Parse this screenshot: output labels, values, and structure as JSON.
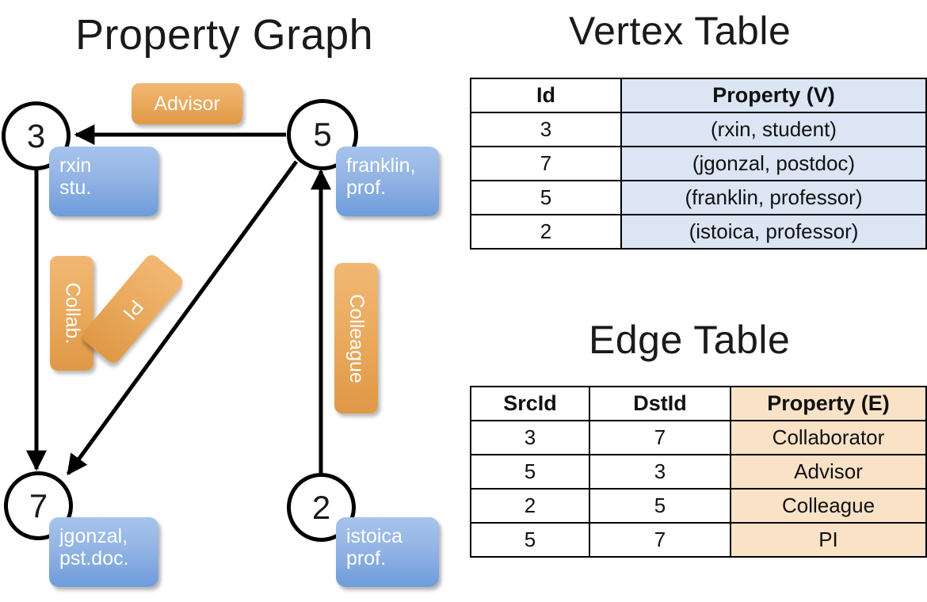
{
  "titles": {
    "graph": "Property Graph",
    "vertex_table": "Vertex Table",
    "edge_table": "Edge Table"
  },
  "colors": {
    "vertex_property_bg": "#dbe5f4",
    "edge_property_bg": "#f9e2c6",
    "property_box_blue": "#93b4e4",
    "edge_label_orange": "#ebab5f",
    "stroke": "#000000",
    "background": "#ffffff"
  },
  "graph": {
    "nodes": [
      {
        "id": "3",
        "label": "3",
        "property": "rxin\nstu.",
        "property_line1": "rxin",
        "property_line2": "stu."
      },
      {
        "id": "5",
        "label": "5",
        "property": "franklin,\nprof.",
        "property_line1": "franklin,",
        "property_line2": "prof."
      },
      {
        "id": "7",
        "label": "7",
        "property": "jgonzal,\npst.doc.",
        "property_line1": "jgonzal,",
        "property_line2": "pst.doc."
      },
      {
        "id": "2",
        "label": "2",
        "property": "istoica\nprof.",
        "property_line1": "istoica",
        "property_line2": "prof."
      }
    ],
    "edge_labels": [
      {
        "name": "advisor",
        "text": "Advisor",
        "orientation": "horizontal"
      },
      {
        "name": "collaborator",
        "text": "Collab.",
        "orientation": "vertical"
      },
      {
        "name": "pi",
        "text": "PI",
        "orientation": "diagonal"
      },
      {
        "name": "colleague",
        "text": "Colleague",
        "orientation": "vertical"
      }
    ],
    "edges": [
      {
        "src": "5",
        "dst": "3",
        "label": "Advisor"
      },
      {
        "src": "3",
        "dst": "7",
        "label": "Collab."
      },
      {
        "src": "5",
        "dst": "7",
        "label": "PI"
      },
      {
        "src": "2",
        "dst": "5",
        "label": "Colleague"
      }
    ]
  },
  "vertex_table": {
    "headers": [
      "Id",
      "Property (V)"
    ],
    "rows": [
      {
        "id": "3",
        "property": "(rxin, student)"
      },
      {
        "id": "7",
        "property": "(jgonzal, postdoc)"
      },
      {
        "id": "5",
        "property": "(franklin, professor)"
      },
      {
        "id": "2",
        "property": "(istoica, professor)"
      }
    ]
  },
  "edge_table": {
    "headers": [
      "SrcId",
      "DstId",
      "Property (E)"
    ],
    "rows": [
      {
        "src": "3",
        "dst": "7",
        "property": "Collaborator"
      },
      {
        "src": "5",
        "dst": "3",
        "property": "Advisor"
      },
      {
        "src": "2",
        "dst": "5",
        "property": "Colleague"
      },
      {
        "src": "5",
        "dst": "7",
        "property": "PI"
      }
    ]
  }
}
